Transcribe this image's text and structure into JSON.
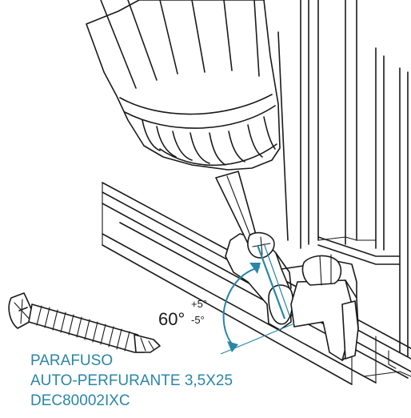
{
  "angle": {
    "value": "60°",
    "plus": "+5°",
    "minus": "-5°"
  },
  "caption": {
    "line1": "PARAFUSO",
    "line2": "AUTO-PERFURANTE 3,5X25",
    "line3": "DEC80002IXC"
  },
  "colors": {
    "accent": "#2a86a6",
    "line": "#1a1a1a"
  },
  "icons": [
    "drill-icon",
    "screw-icon",
    "angle-arc-icon"
  ]
}
